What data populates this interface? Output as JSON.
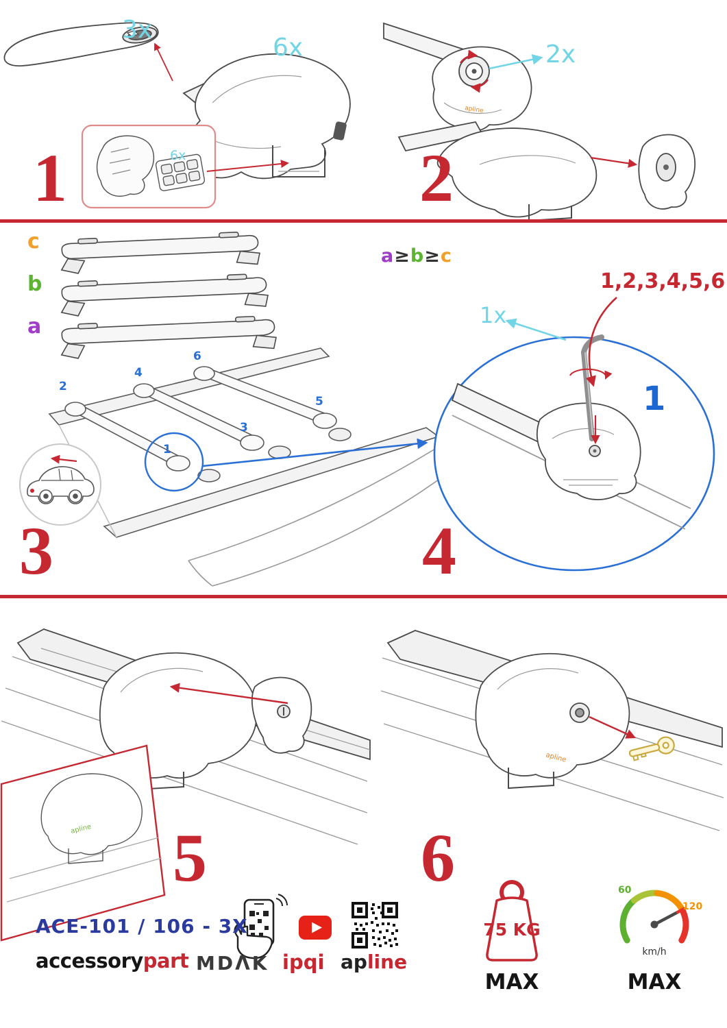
{
  "steps": {
    "s1": {
      "number": "1",
      "bar_qty": "3x",
      "foot_qty": "6x",
      "pad_qty": "6x"
    },
    "s2": {
      "number": "2",
      "torque_qty": "2x"
    },
    "s3": {
      "number": "3",
      "bar_labels": [
        "c",
        "b",
        "a"
      ],
      "rule": [
        "a",
        "≥",
        "b",
        "≥",
        "c"
      ],
      "positions": [
        "1",
        "2",
        "3",
        "4",
        "5",
        "6"
      ]
    },
    "s4": {
      "number": "4",
      "key_qty": "1x",
      "sequence": "1,2,3,4,5,6",
      "first_position": "1"
    },
    "s5": {
      "number": "5"
    },
    "s6": {
      "number": "6"
    }
  },
  "footer": {
    "product_code": "ACE-101 / 106 - 3X",
    "brand_accessory": "accessory",
    "brand_part": "part",
    "logo_mdak": "MDΛK",
    "logo_ipqi": "ipqi",
    "logo_ap": "ap",
    "logo_line": "line",
    "product_logo": "apline",
    "weight": {
      "value": "75 KG",
      "max": "MAX"
    },
    "speed": {
      "min": "60",
      "max_value": "120",
      "unit": "km/h",
      "max": "MAX"
    }
  },
  "colors": {
    "accent_red": "#c62832",
    "cyan": "#72d5e6",
    "blue": "#2a6fd6",
    "green": "#5cb531",
    "orange": "#f0a02c",
    "purple": "#a03cc8"
  }
}
